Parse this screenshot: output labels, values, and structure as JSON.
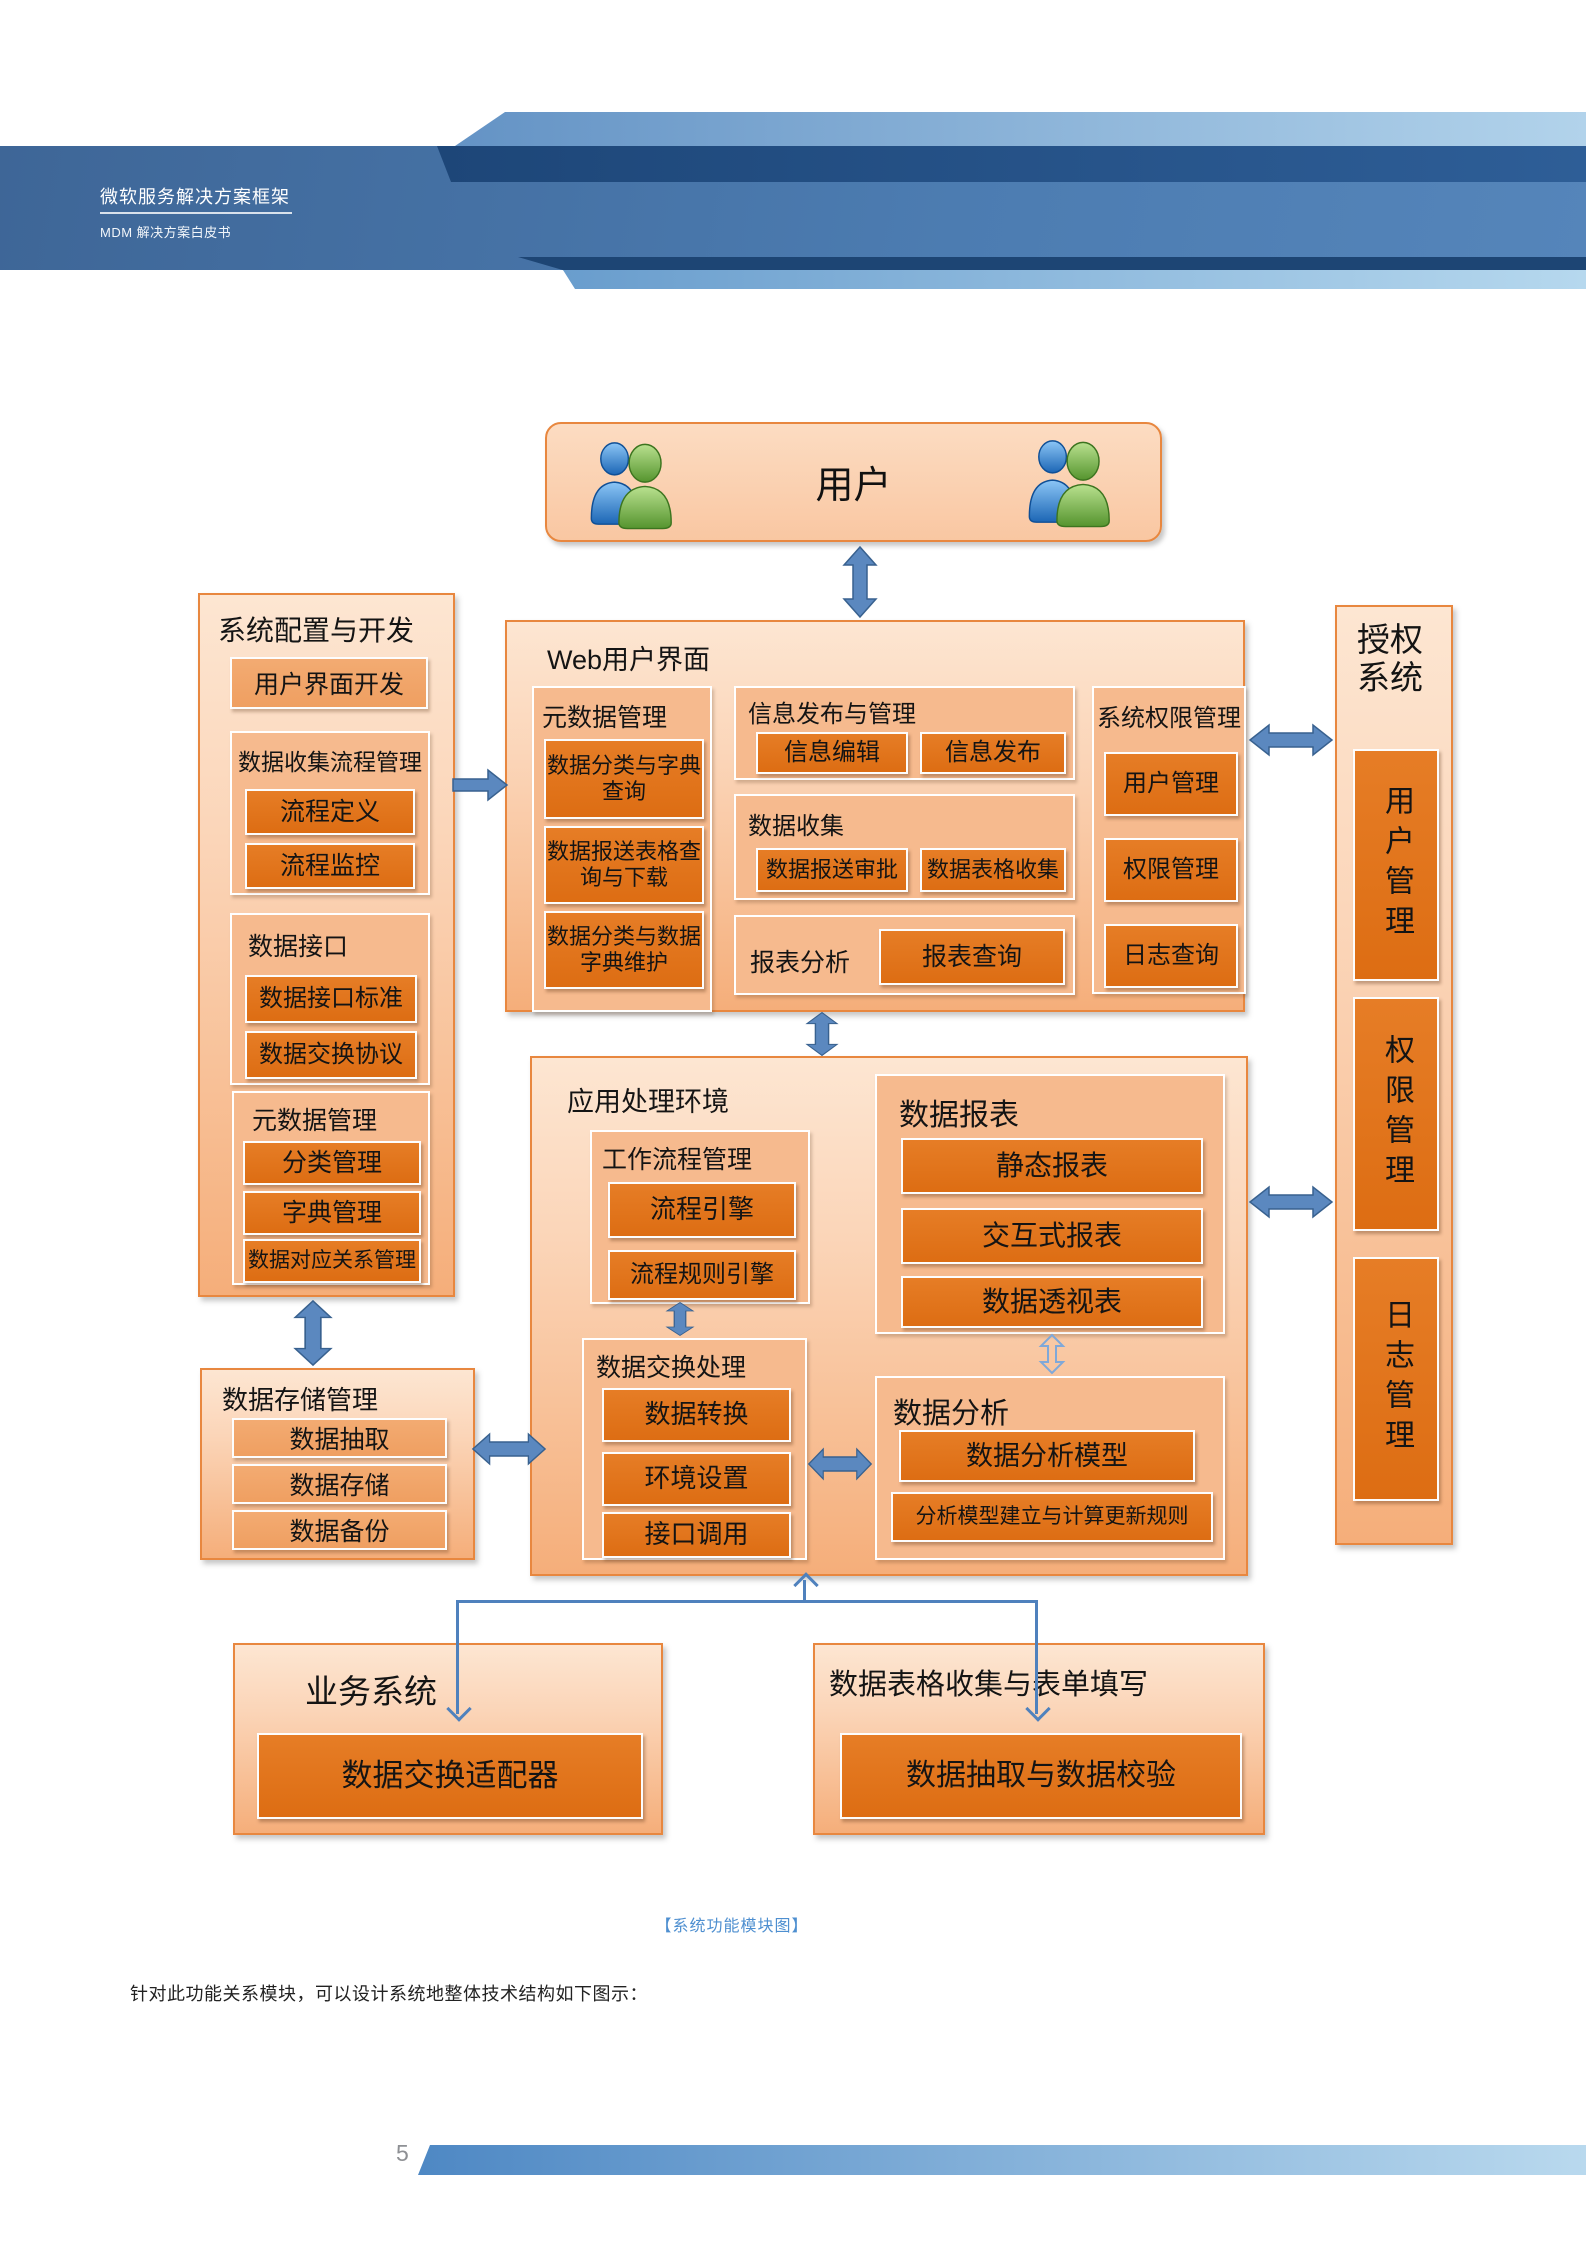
{
  "header": {
    "title": "微软服务解决方案框架",
    "subtitle": "MDM 解决方案白皮书"
  },
  "diagram": {
    "user": {
      "label": "用户"
    },
    "config": {
      "title": "系统配置与开发",
      "ui_dev": "用户界面开发",
      "groups": [
        {
          "label": "数据收集流程管理",
          "items": [
            "流程定义",
            "流程监控"
          ]
        },
        {
          "label": "数据接口",
          "items": [
            "数据接口标准",
            "数据交换协议"
          ]
        },
        {
          "label": "元数据管理",
          "items": [
            "分类管理",
            "字典管理",
            "数据对应关系管理"
          ]
        }
      ]
    },
    "storage": {
      "title": "数据存储管理",
      "items": [
        "数据抽取",
        "数据存储",
        "数据备份"
      ]
    },
    "web": {
      "title": "Web用户界面",
      "metadata": {
        "label": "元数据管理",
        "items": [
          "数据分类与字典查询",
          "数据报送表格查询与下载",
          "数据分类与数据字典维护"
        ]
      },
      "publish": {
        "label": "信息发布与管理",
        "items": [
          "信息编辑",
          "信息发布"
        ]
      },
      "collect": {
        "label": "数据收集",
        "items": [
          "数据报送审批",
          "数据表格收集"
        ]
      },
      "report": {
        "label": "报表分析",
        "items": [
          "报表查询"
        ]
      },
      "permission": {
        "label": "系统权限管理",
        "items": [
          "用户管理",
          "权限管理",
          "日志查询"
        ]
      }
    },
    "appenv": {
      "title": "应用处理环境",
      "workflow": {
        "label": "工作流程管理",
        "items": [
          "流程引擎",
          "流程规则引擎"
        ]
      },
      "exchange": {
        "label": "数据交换处理",
        "items": [
          "数据转换",
          "环境设置",
          "接口调用"
        ]
      },
      "reports": {
        "label": "数据报表",
        "items": [
          "静态报表",
          "交互式报表",
          "数据透视表"
        ]
      },
      "analysis": {
        "label": "数据分析",
        "items": [
          "数据分析模型",
          "分析模型建立与计算更新规则"
        ]
      }
    },
    "auth": {
      "title": "授权\n系统",
      "items": [
        "用户管理",
        "权限管理",
        "日志管理"
      ]
    },
    "business": {
      "title": "业务系统",
      "item": "数据交换适配器"
    },
    "forms": {
      "title": "数据表格收集与表单填写",
      "item": "数据抽取与数据校验"
    }
  },
  "caption": "【系统功能模块图】",
  "body_text": "针对此功能关系模块，可以设计系统地整体技术结构如下图示：",
  "footer": {
    "page_number": "5"
  },
  "colors": {
    "panel_border": "#e8873f",
    "panel_fill_light": "#fde6d2",
    "panel_fill_deep": "#f5ae7a",
    "group_fill": "#f6ba8e",
    "leaf_fill": "#dd6d13",
    "mid_fill": "#f0a468",
    "arrow_blue": "#5b88bf",
    "header_blue": "#44699c",
    "header_navy": "#1d4676",
    "header_light_blue": "#b2d3eb",
    "caption_blue": "#4e8fd0",
    "page_number_gray": "#8e9094",
    "icon_blue": "#1c66b5",
    "icon_green": "#55942e"
  }
}
